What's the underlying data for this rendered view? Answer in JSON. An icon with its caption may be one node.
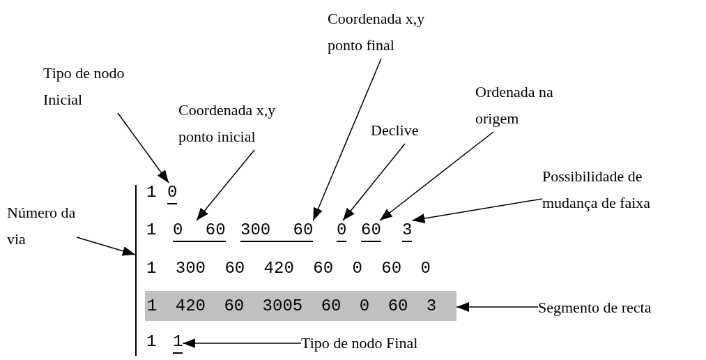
{
  "diagram": {
    "nodes": [
      {
        "text": [
          "Tipo de nodo Inicial"
        ]
      },
      {
        "text": [
          "Coordenada x,y ponto inicial"
        ]
      },
      {
        "text": [
          "Coordenada x,y ponto final"
        ]
      },
      {
        "text": [
          "Declive"
        ]
      },
      {
        "text": [
          "Ordenada na origem"
        ]
      },
      {
        "text": [
          "Possibilidade de mudança de faixa"
        ]
      },
      {
        "text": [
          "Número da via"
        ]
      },
      {
        "text": [
          "Segmento de recta"
        ]
      },
      {
        "text": [
          "Tipo de nodo Final"
        ]
      },
      {
        "text": [
          "0"
        ]
      },
      {
        "text": [
          "0 60"
        ]
      },
      {
        "text": [
          "300 60"
        ]
      },
      {
        "text": [
          "0"
        ]
      },
      {
        "text": [
          "60"
        ]
      },
      {
        "text": [
          "3"
        ]
      },
      {
        "text": [
          "1 420 60 3005 60 0 60 3"
        ]
      },
      {
        "text": [
          "1"
        ]
      },
      {
        "text": [],
        "shape": "bar"
      }
    ],
    "edges": [
      {
        "from": 0,
        "to": 9,
        "arrow": "to"
      },
      {
        "from": 1,
        "to": 10,
        "arrow": "to"
      },
      {
        "from": 2,
        "to": 11,
        "arrow": "to"
      },
      {
        "from": 3,
        "to": 12,
        "arrow": "to"
      },
      {
        "from": 4,
        "to": 13,
        "arrow": "to"
      },
      {
        "from": 5,
        "to": 14,
        "arrow": "to"
      },
      {
        "from": 6,
        "to": 17,
        "arrow": "to"
      },
      {
        "from": 7,
        "to": 15,
        "arrow": "to"
      },
      {
        "from": 8,
        "to": 16,
        "arrow": "to"
      }
    ],
    "labels": [
      "1",
      "1",
      "1 300 60 420 60 0 60 0",
      "1"
    ]
  }
}
